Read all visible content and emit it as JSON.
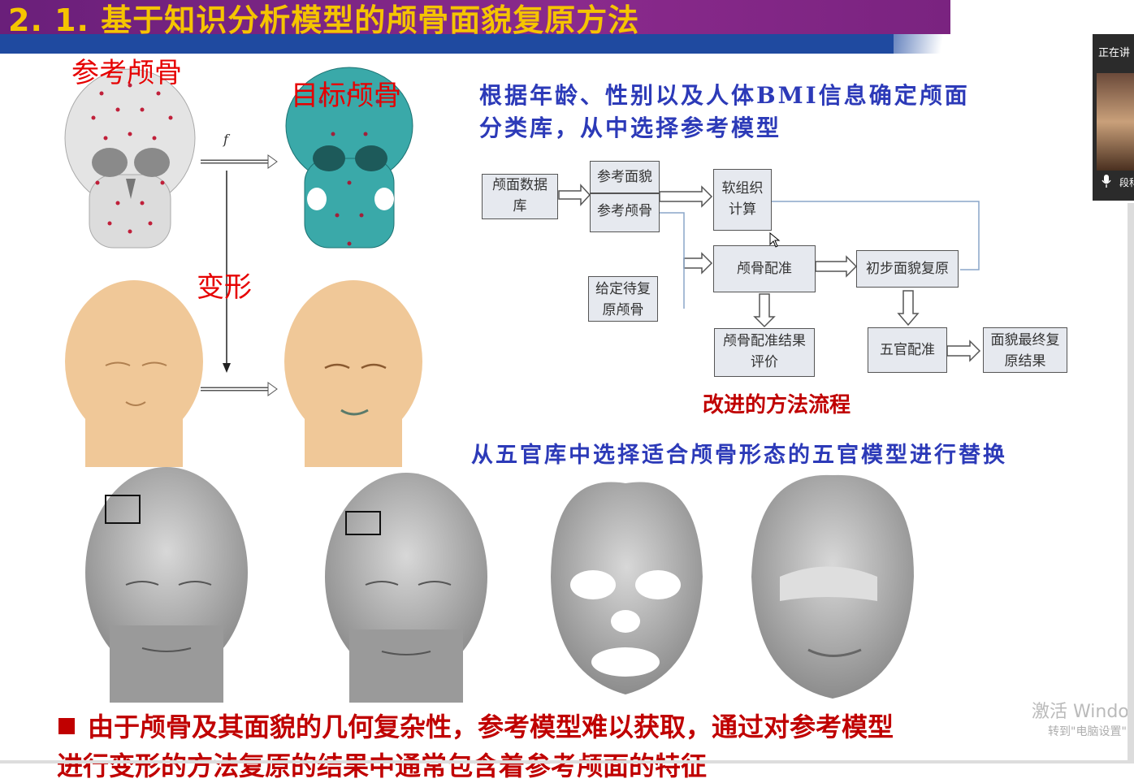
{
  "title": "2. 1. 基于知识分析模型的颅骨面貌复原方法",
  "labels": {
    "reference_skull": "参考颅骨",
    "target_skull": "目标颅骨",
    "deformation": "变形",
    "f_symbol": "f"
  },
  "description_line1": "根据年龄、性别以及人体BMI信息确定颅面",
  "description_line2": "分类库，从中选择参考模型",
  "flowchart": {
    "craniofacial_db": [
      "颅面数据",
      "库"
    ],
    "reference_face": "参考面貌",
    "reference_skull": "参考颅骨",
    "soft_tissue": [
      "软组织",
      "计算"
    ],
    "given_skull": [
      "给定待复",
      "原颅骨"
    ],
    "skull_registration": "颅骨配准",
    "initial_face": "初步面貌复原",
    "registration_eval": [
      "颅骨配准结果",
      "评价"
    ],
    "facial_features_reg": "五官配准",
    "final_result": [
      "面貌最终复",
      "原结果"
    ]
  },
  "caption": "改进的方法流程",
  "features_note": "从五官库中选择适合颅骨形态的五官模型进行替换",
  "bottom_line1": "由于颅骨及其面貌的几何复杂性，参考模型难以获取，通过对参考模型",
  "bottom_line2": "进行变形的方法复原的结果中通常包含着参考颅面的特征",
  "overlay": {
    "status": "正在讲",
    "speaker": "段科"
  },
  "watermark": {
    "line1": "激活 Windo",
    "line2": "转到\"电脑设置\"以"
  },
  "colors": {
    "title_bg": "#7a2380",
    "title_text": "#f5c400",
    "accent_blue": "#1f4aa0",
    "label_red": "#e60000",
    "note_blue": "#2c3ab8",
    "caption_red": "#c00000"
  }
}
